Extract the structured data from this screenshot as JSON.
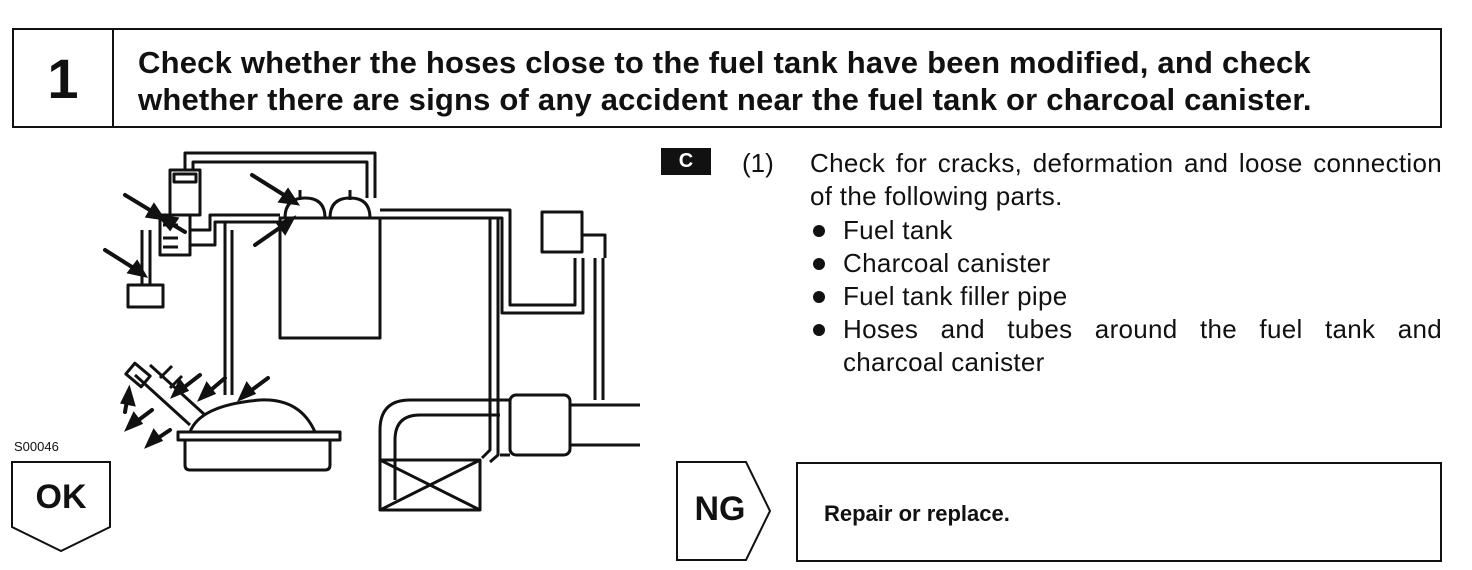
{
  "step": {
    "number": "1",
    "title": "Check whether the hoses close to the fuel tank have been modified, and check whether there are signs of any accident near the fuel tank or charcoal canister."
  },
  "figure": {
    "code": "S00046"
  },
  "instruction": {
    "badge": "C",
    "number": "(1)",
    "text": "Check for cracks, deformation and loose connection of the following parts.",
    "items": [
      "Fuel tank",
      "Charcoal canister",
      "Fuel tank filler pipe",
      "Hoses and tubes around the fuel tank and charcoal canister"
    ]
  },
  "ok": {
    "label": "OK"
  },
  "ng": {
    "label": "NG",
    "action": "Repair or replace."
  }
}
